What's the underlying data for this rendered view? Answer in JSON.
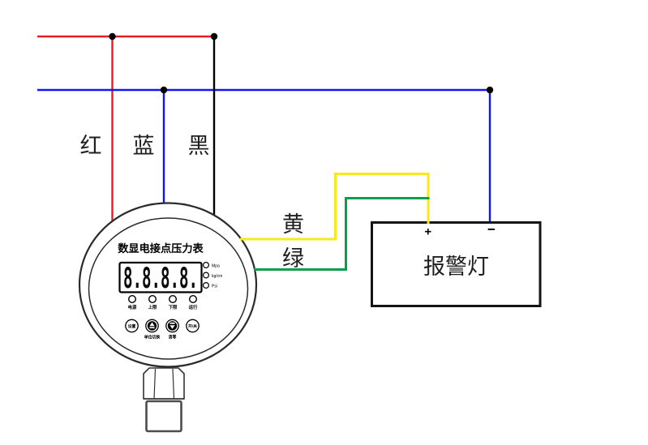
{
  "colors": {
    "red": "#ed1c24",
    "blue": "#1414f0",
    "black": "#000000",
    "yellow": "#f6ea1a",
    "green": "#0a9e4c"
  },
  "wire_labels": {
    "red": "红",
    "blue": "蓝",
    "black": "黑",
    "yellow": "黄",
    "green": "绿"
  },
  "alarm_box": {
    "label": "报警灯",
    "plus": "+",
    "minus": "−"
  },
  "gauge": {
    "title": "数显电接点压力表",
    "display": "8.8.8.8.",
    "units": [
      "Mpa",
      "kg/cm",
      "Psi"
    ],
    "leds": [
      "电源",
      "上限",
      "下限",
      "运行"
    ],
    "buttons": {
      "settings": "设置",
      "power": "开/关"
    },
    "captions": {
      "unit_switch": "单位切换",
      "clear_zero": "清零"
    }
  }
}
